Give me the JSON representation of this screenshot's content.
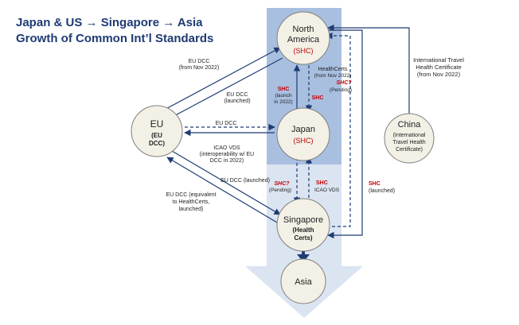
{
  "title": {
    "line1": "Japan & US → Singapore → Asia",
    "line2": "Growth of Common Int’l Standards"
  },
  "colors": {
    "title": "#1f3b73",
    "node_fill": "#f3f0e6",
    "node_stroke": "#7f7f7f",
    "arrow": "#1f3b73",
    "red": "#c00000",
    "band_top": "#9fb6d8",
    "band_bottom": "#dbe4f1"
  },
  "nodes": {
    "north_america": {
      "name": "North America",
      "name_line1": "North",
      "name_line2": "America",
      "sub": "(SHC)"
    },
    "japan": {
      "name": "Japan",
      "sub": "(SHC)"
    },
    "singapore": {
      "name": "Singapore",
      "sub_line1": "(Health",
      "sub_line2": "Certs)"
    },
    "asia": {
      "name": "Asia"
    },
    "eu": {
      "name": "EU",
      "sub_line1": "(EU",
      "sub_line2": "DCC)"
    },
    "china": {
      "name": "China",
      "sub_line1": "(International",
      "sub_line2": "Travel Health",
      "sub_line3": "Certificate)"
    }
  },
  "labels": {
    "eu_dcc_from_nov_1": "EU DCC",
    "eu_dcc_from_nov_2": "(from Nov 2022)",
    "eu_dcc_launched_1": "EU DCC",
    "eu_dcc_launched_2": "(launched)",
    "eu_dcc_japan": "EU DCC",
    "icao_vds_1": "ICAO VDS",
    "icao_vds_2": "(interoperability w/ EU",
    "icao_vds_3": "DCC in 2022)",
    "eu_dcc_launched_sg": "EU DCC (launched)",
    "eu_dcc_equiv_1": "EU DCC (equivalent",
    "eu_dcc_equiv_2": "to HealthCerts,",
    "eu_dcc_equiv_3": "launched)",
    "shc_japan_1": "SHC",
    "shc_japan_2": "(launch",
    "shc_japan_3": "in 2022)",
    "shc_mid": "SHC",
    "healthcerts_1": "HealthCerts",
    "healthcerts_2": "(from Nov 2022)",
    "shc_pending_na_1": "SHC?",
    "shc_pending_na_2": "(Pending)",
    "shc_pending_sg_1": "SHC?",
    "shc_pending_sg_2": "(Pending)",
    "shc_icao_1": "SHC",
    "shc_icao_2": "ICAO VDS",
    "shc_launched_1": "SHC",
    "shc_launched_2": "(launched)",
    "intl_travel_1": "International Travel",
    "intl_travel_2": "Health Certificate",
    "intl_travel_3": "(from Nov 2022)"
  }
}
